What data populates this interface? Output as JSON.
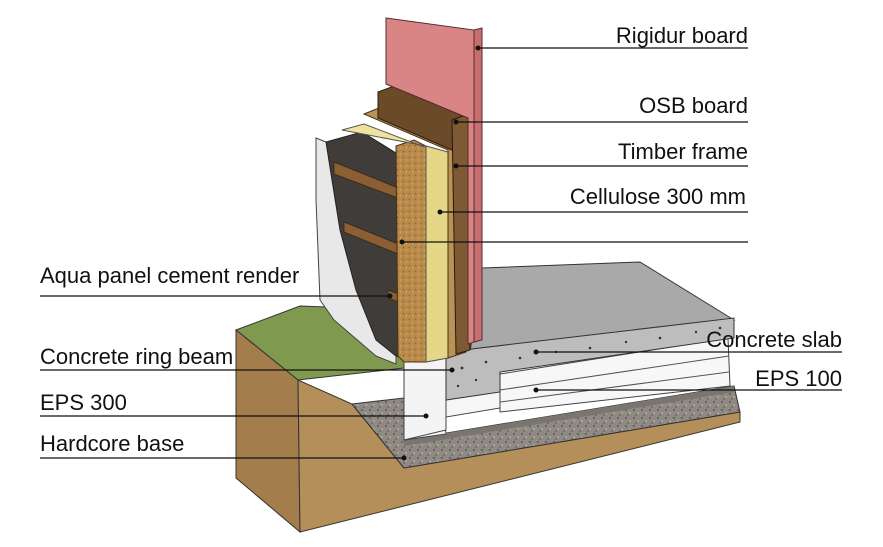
{
  "labels": {
    "rigidur_board": "Rigidur board",
    "osb_board": "OSB board",
    "timber_frame": "Timber frame",
    "cellulose": "Cellulose 300 mm",
    "aqua_panel": "Aqua panel cement render",
    "concrete_slab": "Concrete slab",
    "concrete_ring_beam": "Concrete ring beam",
    "eps_100": "EPS 100",
    "eps_300": "EPS 300",
    "hardcore_base": "Hardcore base"
  },
  "colors": {
    "rigidur": "#d98585",
    "osb": "#6b4a2a",
    "timber": "#c8a46a",
    "cellulose": "#e9dc8e",
    "fibre": "#b98a4a",
    "membrane": "#3f3c3a",
    "render": "#e7e7e7",
    "grass": "#7f9a4e",
    "soil": "#b08a55",
    "hardcore": "#8f8a84",
    "concrete": "#a9a9a9",
    "eps": "#f6f6f6"
  }
}
